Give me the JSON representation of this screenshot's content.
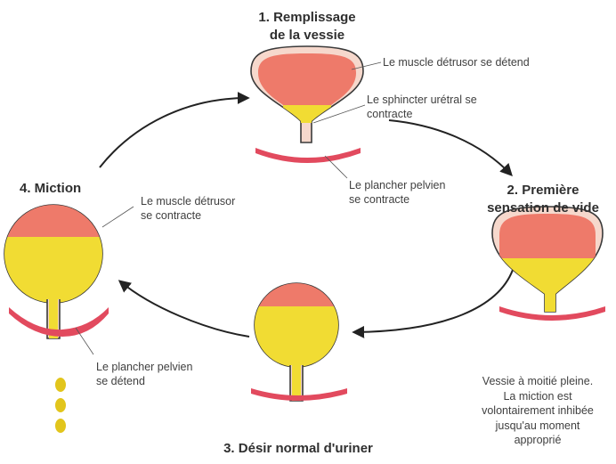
{
  "colors": {
    "muscle": "#ee7a6a",
    "muscle_dark": "#d95a4c",
    "urine": "#f1dc33",
    "urine_dark": "#e2c51c",
    "wall": "#f6d8cc",
    "outline": "#3a3a3a",
    "pelvic_floor": "#e24a5e",
    "arrow": "#222222"
  },
  "steps": {
    "step1": {
      "title_line1": "1. Remplissage",
      "title_line2": "de la vessie",
      "detrusor": "Le muscle détrusor se détend",
      "sphincter_line1": "Le sphincter urétral se",
      "sphincter_line2": "contracte",
      "floor_line1": "Le plancher pelvien",
      "floor_line2": "se contracte"
    },
    "step2": {
      "title_line1": "2. Première",
      "title_line2": "sensation de vide",
      "note_line1": "Vessie à moitié pleine.",
      "note_line2": "La miction est",
      "note_line3": "volontairement inhibée",
      "note_line4": "jusqu'au moment",
      "note_line5": "approprié"
    },
    "step3": {
      "title": "3. Désir normal d'uriner"
    },
    "step4": {
      "title": "4. Miction",
      "detrusor_line1": "Le muscle détrusor",
      "detrusor_line2": "se contracte",
      "floor_line1": "Le plancher pelvien",
      "floor_line2": "se détend"
    }
  }
}
